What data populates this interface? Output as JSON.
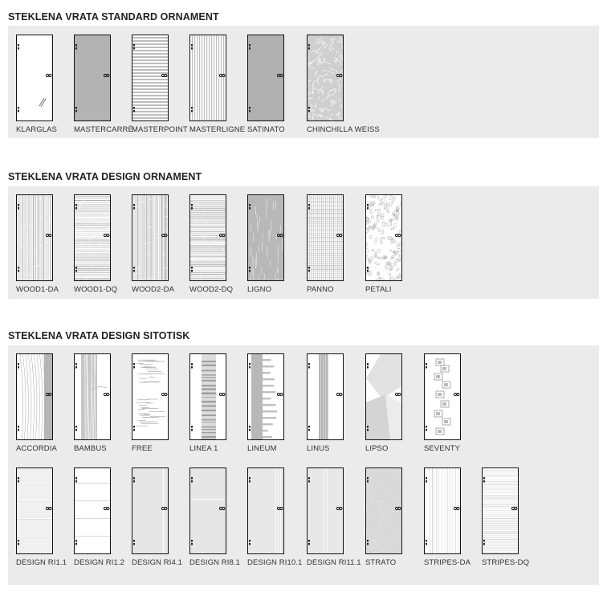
{
  "sections": [
    {
      "title": "STEKLENA VRATA STANDARD ORNAMENT",
      "rows": [
        [
          {
            "label": "KLARGLAS",
            "pattern": "klarglas"
          },
          {
            "label": "MASTERCARRÉ",
            "pattern": "mastercarre"
          },
          {
            "label": "MASTERPOINT",
            "pattern": "masterpoint"
          },
          {
            "label": "MASTERLIGNE",
            "pattern": "masterligne"
          },
          {
            "label": "SATINATO",
            "pattern": "satinato"
          },
          {
            "label": "CHINCHILLA WEISS",
            "pattern": "chinchilla"
          }
        ]
      ]
    },
    {
      "title": "STEKLENA VRATA DESIGN ORNAMENT",
      "rows": [
        [
          {
            "label": "WOOD1-DA",
            "pattern": "wood1da"
          },
          {
            "label": "WOOD1-DQ",
            "pattern": "wood1dq"
          },
          {
            "label": "WOOD2-DA",
            "pattern": "wood2da"
          },
          {
            "label": "WOOD2-DQ",
            "pattern": "wood2dq"
          },
          {
            "label": "LIGNO",
            "pattern": "ligno"
          },
          {
            "label": "PANNO",
            "pattern": "panno"
          },
          {
            "label": "PETALI",
            "pattern": "petali"
          }
        ]
      ]
    },
    {
      "title": "STEKLENA VRATA DESIGN SITOTISK",
      "rows": [
        [
          {
            "label": "ACCORDIA",
            "pattern": "accordia"
          },
          {
            "label": "BAMBUS",
            "pattern": "bambus"
          },
          {
            "label": "FREE",
            "pattern": "free"
          },
          {
            "label": "LINEA 1",
            "pattern": "linea1"
          },
          {
            "label": "LINEUM",
            "pattern": "lineum"
          },
          {
            "label": "LINUS",
            "pattern": "linus"
          },
          {
            "label": "LIPSO",
            "pattern": "lipso"
          },
          {
            "label": "SEVENTY",
            "pattern": "seventy"
          }
        ],
        [
          {
            "label": "DESIGN RI1.1",
            "pattern": "ri11"
          },
          {
            "label": "DESIGN RI1.2",
            "pattern": "ri12"
          },
          {
            "label": "DESIGN RI4.1",
            "pattern": "ri41"
          },
          {
            "label": "DESIGN RI8.1",
            "pattern": "ri81"
          },
          {
            "label": "DESIGN RI10.1",
            "pattern": "ri101"
          },
          {
            "label": "DESIGN RI11.1",
            "pattern": "ri111"
          },
          {
            "label": "STRATO",
            "pattern": "strato"
          },
          {
            "label": "STRIPES-DA",
            "pattern": "stripesda"
          },
          {
            "label": "STRIPES-DQ",
            "pattern": "stripesdq"
          }
        ]
      ]
    }
  ],
  "colors": {
    "panel_bg": "#ebebeb",
    "door_border": "#111111",
    "glass_grey": "#b3b3b3",
    "pattern_grey": "#c4c4c4"
  }
}
